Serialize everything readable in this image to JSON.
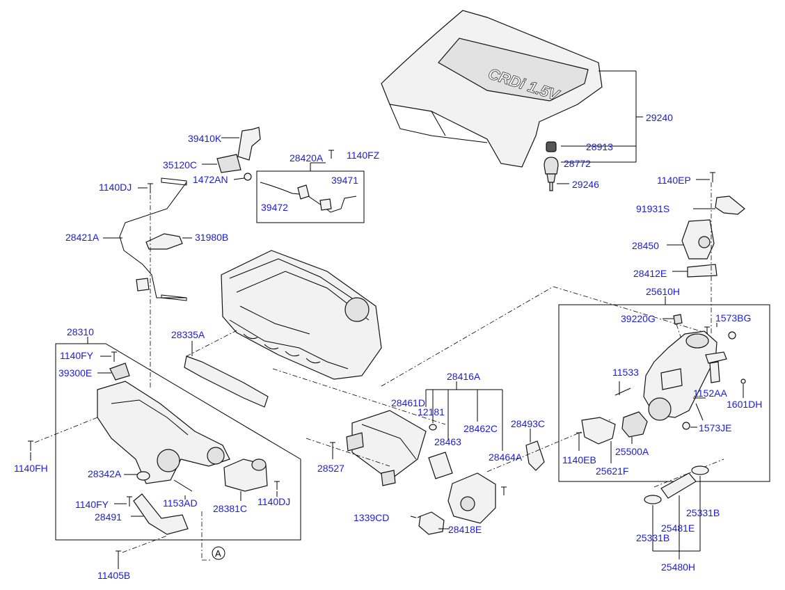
{
  "callout_circle": "A",
  "labels": {
    "p29240": "29240",
    "p28913": "28913",
    "p28772": "28772",
    "p29246": "29246",
    "p39410K": "39410K",
    "p35120C": "35120C",
    "p1472AN": "1472AN",
    "p28420A": "28420A",
    "p1140FZ": "1140FZ",
    "p39471": "39471",
    "p39472": "39472",
    "p1140DJ_top": "1140DJ",
    "p28421A": "28421A",
    "p31980B": "31980B",
    "p28310": "28310",
    "p28335A": "28335A",
    "p1140FY_top": "1140FY",
    "p39300E": "39300E",
    "p1140FH": "1140FH",
    "p28342A": "28342A",
    "p1140FY_bot": "1140FY",
    "p1153AD": "1153AD",
    "p28491": "28491",
    "p28381C": "28381C",
    "p1140DJ_bot": "1140DJ",
    "p11405B": "11405B",
    "p28416A": "28416A",
    "p28461D": "28461D",
    "p12181": "12181",
    "p28462C": "28462C",
    "p28463": "28463",
    "p28464A": "28464A",
    "p28527": "28527",
    "p28493C": "28493C",
    "p1339CD": "1339CD",
    "p28418E": "28418E",
    "p1140EP": "1140EP",
    "p91931S": "91931S",
    "p28450": "28450",
    "p28412E": "28412E",
    "p25610H": "25610H",
    "p39220G": "39220G",
    "p1573BG": "1573BG",
    "p11533": "11533",
    "p1152AA": "1152AA",
    "p1601DH": "1601DH",
    "p1573JE": "1573JE",
    "p1140EB": "1140EB",
    "p25500A": "25500A",
    "p25621F": "25621F",
    "p25331B_r": "25331B",
    "p25331B_l": "25331B",
    "p25481E": "25481E",
    "p25480H": "25480H"
  },
  "engine_cover_logo": "CRDi 1.5V"
}
